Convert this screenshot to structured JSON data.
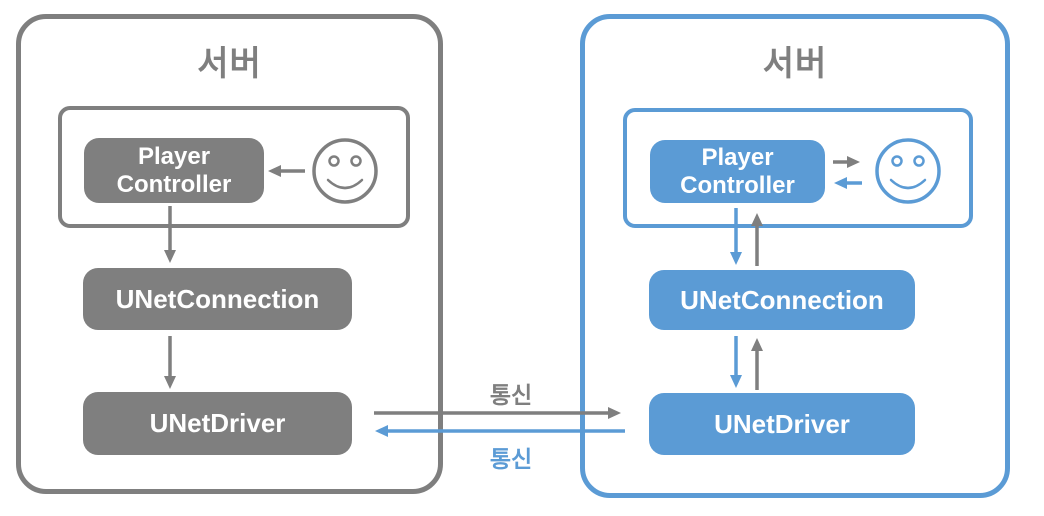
{
  "servers": [
    {
      "title": "서버",
      "theme_color": "#7F7F7F",
      "player_controller": {
        "line1": "Player",
        "line2": "Controller"
      },
      "unet_connection": "UNetConnection",
      "unet_driver": "UNetDriver",
      "user_icon": "smiley-face-icon"
    },
    {
      "title": "서버",
      "theme_color": "#5B9BD5",
      "player_controller": {
        "line1": "Player",
        "line2": "Controller"
      },
      "unet_connection": "UNetConnection",
      "unet_driver": "UNetDriver",
      "user_icon": "smiley-face-icon"
    }
  ],
  "communication": {
    "left_to_right_label": "통신",
    "left_to_right_color": "#7F7F7F",
    "right_to_left_label": "통신",
    "right_to_left_color": "#5B9BD5"
  }
}
